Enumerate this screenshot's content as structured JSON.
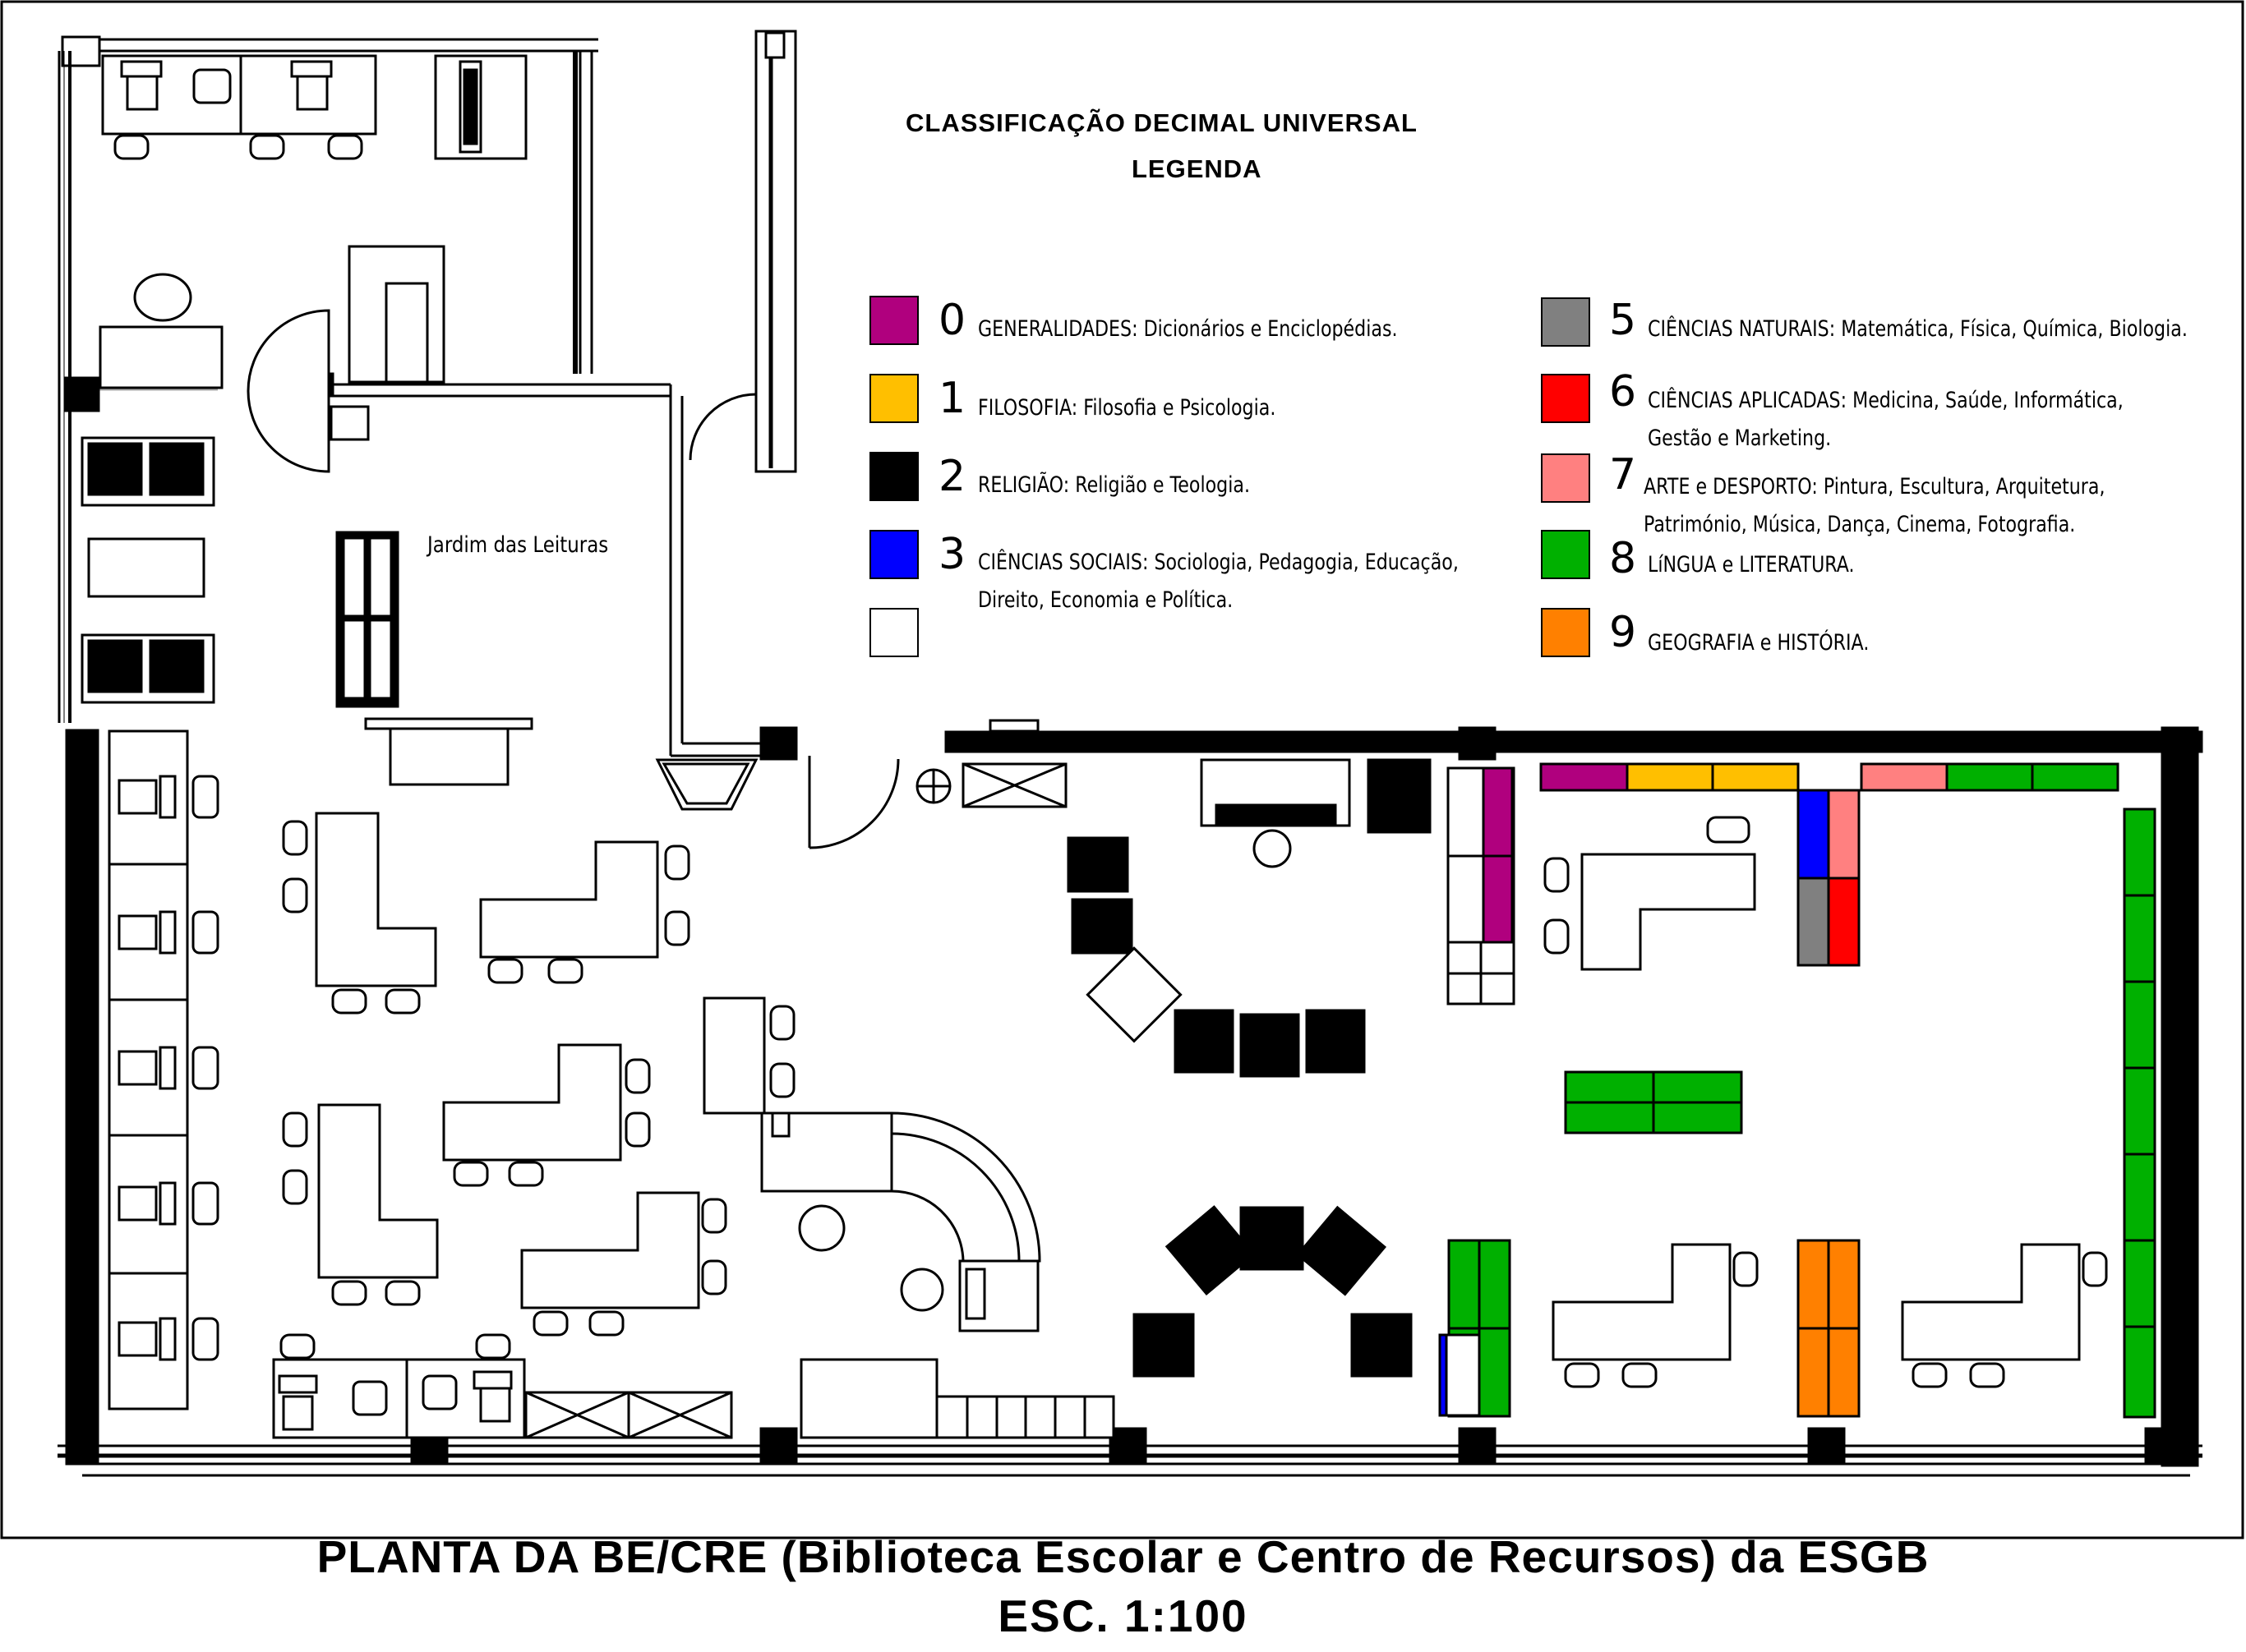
{
  "title": "PLANTA DA BE/CRE (Biblioteca Escolar e Centro de Recursos) da ESGB",
  "scale": "ESC. 1:100",
  "legend": {
    "heading": "CLASSIFICAÇÃO DECIMAL UNIVERSAL",
    "subheading": "LEGENDA",
    "items": [
      {
        "num": "0",
        "color": "#b0007e",
        "line1": "GENERALIDADES: Dicionários e Enciclopédias.",
        "line2": ""
      },
      {
        "num": "1",
        "color": "#ffbf00",
        "line1": "FILOSOFIA: Filosofia e Psicologia.",
        "line2": ""
      },
      {
        "num": "2",
        "color": "#000000",
        "line1": "RELIGIÃO: Religião e Teologia.",
        "line2": ""
      },
      {
        "num": "3",
        "color": "#0000ff",
        "line1": "CIÊNCIAS SOCIAIS: Sociologia, Pedagogia, Educação,",
        "line2": "Direito, Economia e Política."
      },
      {
        "num": "",
        "color": "#ffffff",
        "line1": "",
        "line2": ""
      },
      {
        "num": "5",
        "color": "#808080",
        "line1": "CIÊNCIAS NATURAIS: Matemática, Física, Química, Biologia.",
        "line2": ""
      },
      {
        "num": "6",
        "color": "#ff0000",
        "line1": "CIÊNCIAS APLICADAS: Medicina, Saúde, Informática,",
        "line2": "Gestão e Marketing."
      },
      {
        "num": "7",
        "color": "#ff8080",
        "line1": "ARTE e DESPORTO: Pintura, Escultura, Arquitetura,",
        "line2": "Património, Música, Dança, Cinema, Fotografia."
      },
      {
        "num": "8",
        "color": "#00b000",
        "line1": "LíNGUA e LITERATURA.",
        "line2": ""
      },
      {
        "num": "9",
        "color": "#ff8000",
        "line1": "GEOGRAFIA e HISTÓRIA.",
        "line2": ""
      }
    ]
  },
  "room_label": "Jardim das Leituras"
}
